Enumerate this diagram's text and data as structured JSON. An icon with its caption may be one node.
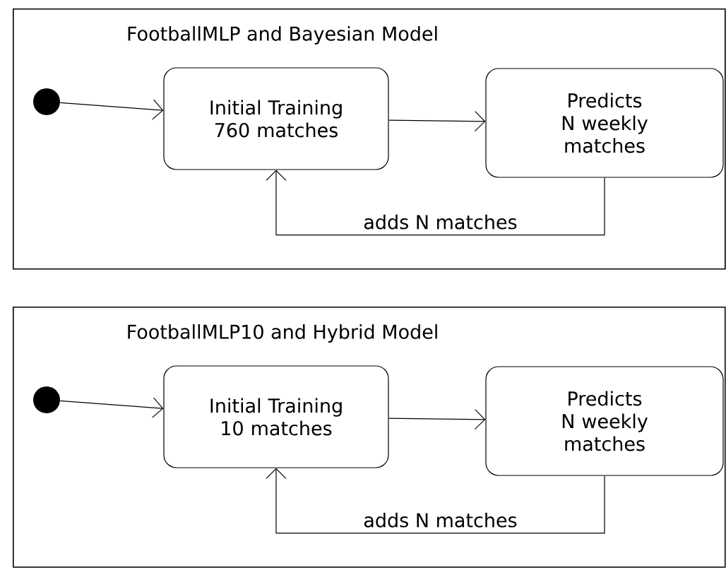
{
  "diagram": {
    "nodes": [
      {
        "text": [
          "FootballMLP and Bayesian Model"
        ]
      },
      {
        "text": [],
        "shape": "circle",
        "in": 0
      },
      {
        "text": [
          "Initial Training 760 matches"
        ],
        "in": 0
      },
      {
        "text": [
          "Predicts N weekly matches"
        ],
        "in": 0
      },
      {
        "text": [
          "FootballMLP10 and Hybrid Model"
        ]
      },
      {
        "text": [],
        "shape": "circle",
        "in": 4
      },
      {
        "text": [
          "Initial Training 10 matches"
        ],
        "in": 4
      },
      {
        "text": [
          "Predicts N weekly matches"
        ],
        "in": 4
      }
    ],
    "edges": [
      {
        "from": 1,
        "to": 2,
        "arrow": "to"
      },
      {
        "from": 2,
        "to": 3,
        "arrow": "to"
      },
      {
        "from": 3,
        "to": 2,
        "arrow": "to",
        "label": "adds N matches"
      },
      {
        "from": 5,
        "to": 6,
        "arrow": "to"
      },
      {
        "from": 6,
        "to": 7,
        "arrow": "to"
      },
      {
        "from": 7,
        "to": 6,
        "arrow": "to",
        "label": "adds N matches"
      }
    ]
  }
}
